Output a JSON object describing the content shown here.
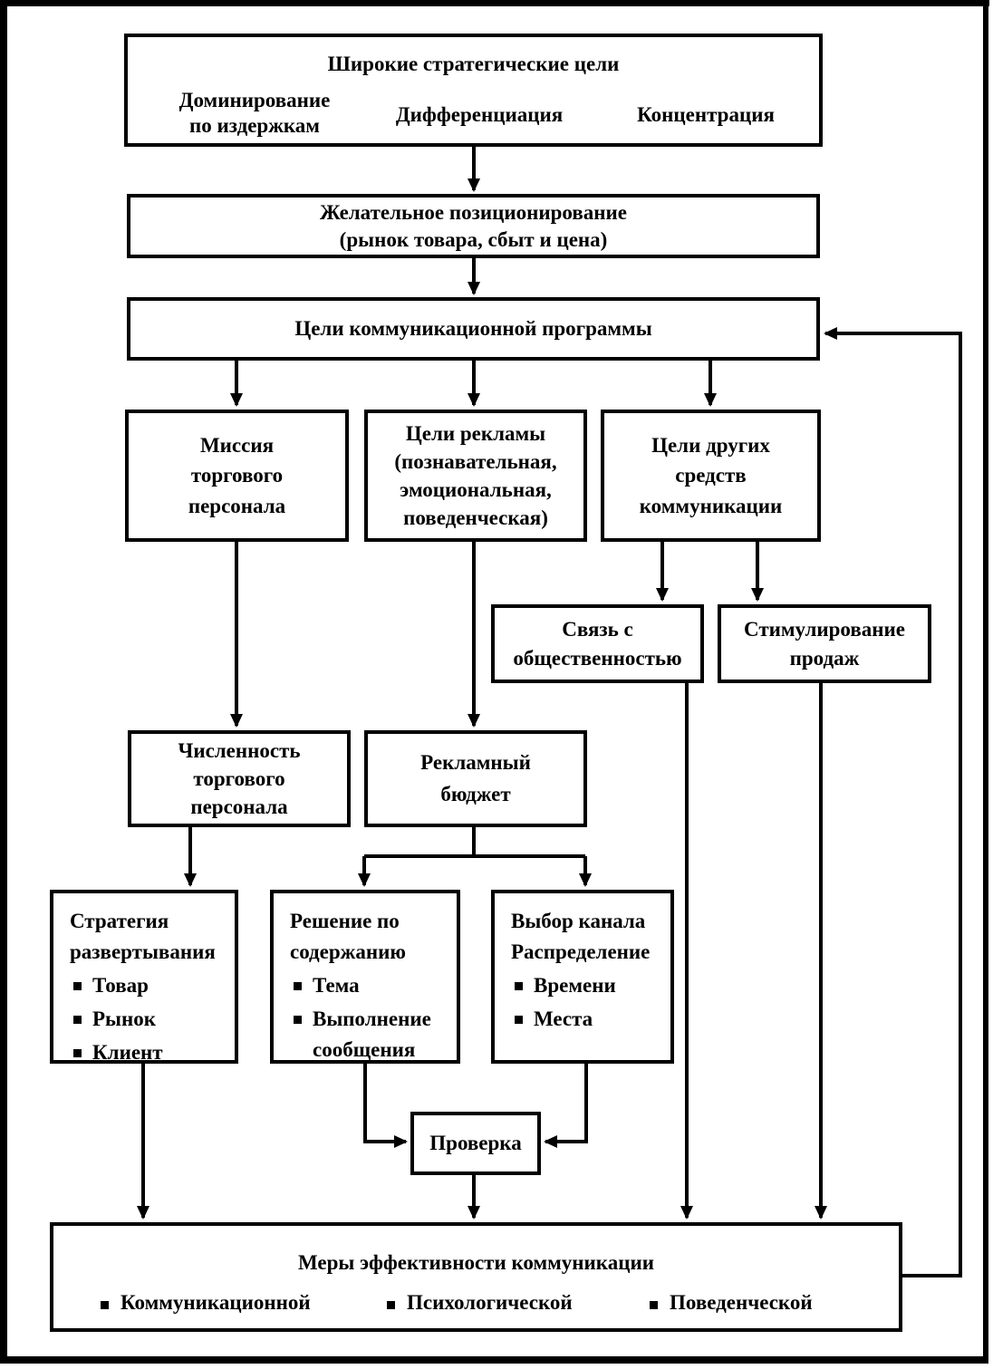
{
  "palette": {
    "ink": "#000000",
    "paper": "#ffffff"
  },
  "boxes": {
    "strategic": {
      "title": "Широкие стратегические цели",
      "option1": [
        "Доминирование",
        "по издержкам"
      ],
      "option2": "Дифференциация",
      "option3": "Концентрация"
    },
    "positioning": {
      "lines": [
        "Желательное позиционирование",
        "(рынок товара, сбыт и цена)"
      ]
    },
    "comm_program": {
      "label": "Цели коммуникационной программы"
    },
    "mission": {
      "lines": [
        "Миссия",
        "торгового",
        "персонала"
      ]
    },
    "ad_goals": {
      "lines": [
        "Цели рекламы",
        "(познавательная,",
        "эмоциональная,",
        "поведенческая)"
      ]
    },
    "other_means": {
      "lines": [
        "Цели других",
        "средств",
        "коммуникации"
      ]
    },
    "pr": {
      "lines": [
        "Связь с",
        "общественностью"
      ]
    },
    "promo": {
      "lines": [
        "Стимулирование",
        "продаж"
      ]
    },
    "salesforce_size": {
      "lines": [
        "Численность",
        "торгового",
        "персонала"
      ]
    },
    "ad_budget": {
      "lines": [
        "Рекламный",
        "бюджет"
      ]
    },
    "deployment": {
      "title": [
        "Стратегия",
        "развертывания"
      ],
      "bullets": [
        "Товар",
        "Рынок",
        "Клиент"
      ]
    },
    "content_decision": {
      "title": [
        "Решение по",
        "содержанию"
      ],
      "bullet1": "Тема",
      "bullet2": [
        "Выполнение",
        "сообщения"
      ]
    },
    "channel_choice": {
      "title": [
        "Выбор канала",
        "Распределение"
      ],
      "bullets": [
        "Времени",
        "Места"
      ]
    },
    "check": {
      "label": "Проверка"
    },
    "effectiveness": {
      "title": "Меры эффективности коммуникации",
      "bullets": [
        "Коммуникационной",
        "Психологической",
        "Поведенческой"
      ]
    }
  }
}
